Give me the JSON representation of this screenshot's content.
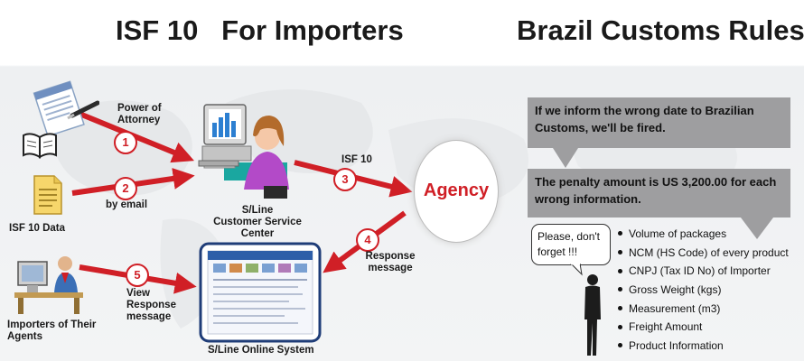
{
  "header": {
    "title_left": "ISF 10   For Importers",
    "title_right": "Brazil Customs Rules"
  },
  "diagram": {
    "labels": {
      "power_of_attorney": [
        "Power of",
        "Attorney"
      ],
      "by_email": "by email",
      "isf10_data": "ISF 10 Data",
      "sline_cs_center": [
        "S/Line",
        "Customer Service",
        "Center"
      ],
      "isf10_step": "ISF 10",
      "agency": "Agency",
      "response_message": [
        "Response",
        "message"
      ],
      "view_response_message": [
        "View",
        "Response",
        "message"
      ],
      "importers": [
        "Importers of Their",
        "Agents"
      ],
      "online_system": "S/Line Online System"
    },
    "steps": [
      "1",
      "2",
      "3",
      "4",
      "5"
    ]
  },
  "rules": {
    "callout_1": [
      "If we inform the wrong date to Brazilian",
      "Customs, we'll be fired."
    ],
    "callout_2": [
      "The penalty amount is US 3,200.00 for each",
      "wrong information."
    ],
    "speech": [
      "Please, don't",
      "forget !!!"
    ],
    "items": [
      "Volume of packages",
      "NCM (HS Code) of every product",
      "CNPJ (Tax ID No) of Importer",
      "Gross Weight (kgs)",
      "Measurement (m3)",
      "Freight Amount",
      "Product Information"
    ]
  },
  "colors": {
    "accent_red": "#d01f26",
    "callout_gray": "#9e9ea0",
    "frame_navy": "#1f3d78"
  }
}
